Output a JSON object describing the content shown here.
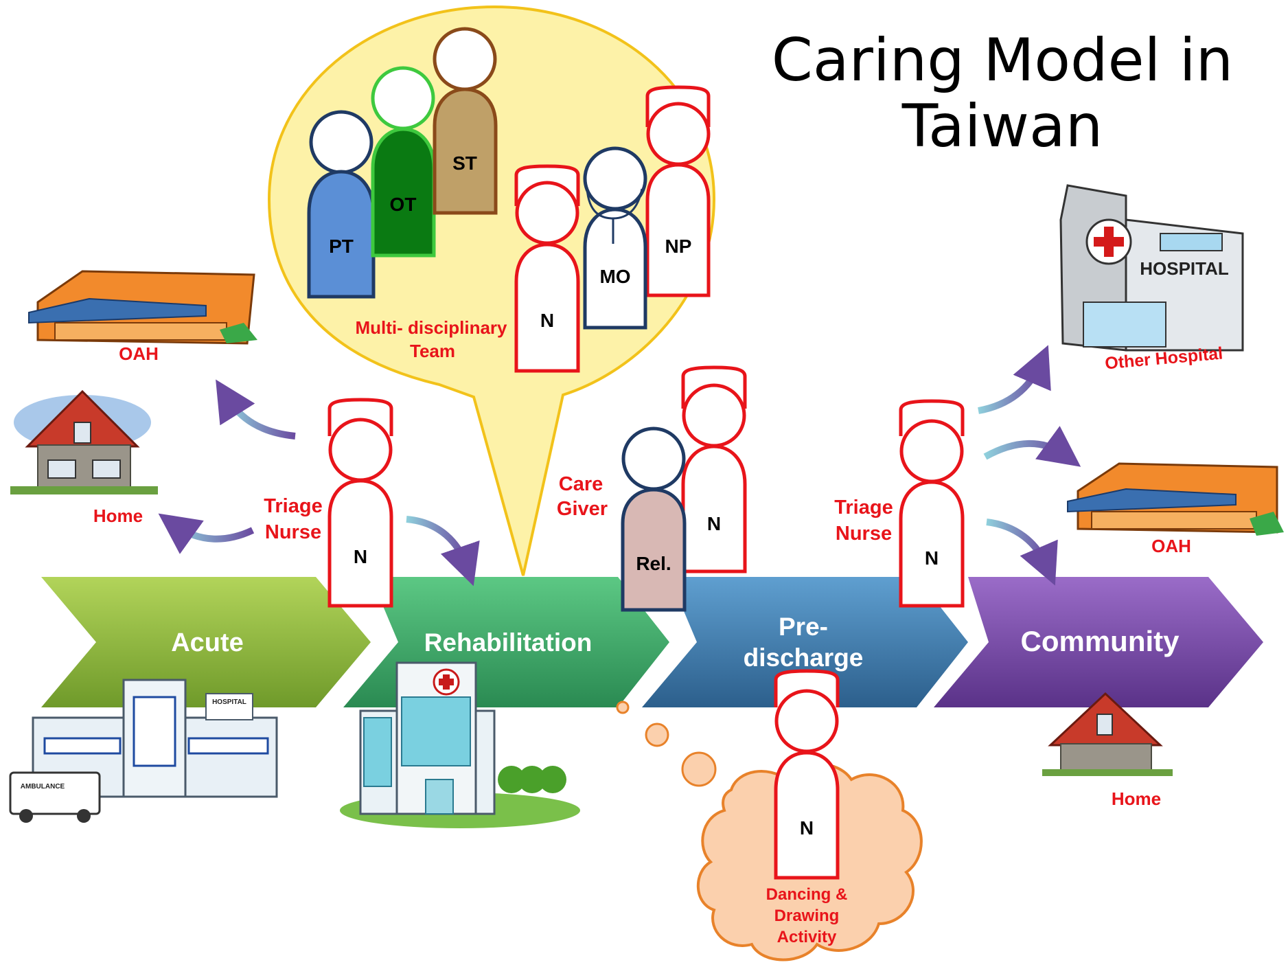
{
  "title": {
    "line1": "Caring Model in",
    "line2": "Taiwan"
  },
  "stages": [
    {
      "label": "Acute",
      "color": "#8cb63c"
    },
    {
      "label": "Rehabilitation",
      "color": "#3aa866"
    },
    {
      "label": "Pre-",
      "label2": "discharge",
      "color": "#3f7fb0"
    },
    {
      "label": "Community",
      "color": "#7a4aa8"
    }
  ],
  "team": {
    "members": [
      "PT",
      "OT",
      "ST",
      "N",
      "MO",
      "NP"
    ],
    "caption1": "Multi- disciplinary",
    "caption2": "Team"
  },
  "triage_left": {
    "label1": "Triage",
    "label2": "Nurse",
    "badge": "N"
  },
  "triage_right": {
    "label1": "Triage",
    "label2": "Nurse",
    "badge": "N"
  },
  "caregiver": {
    "label1": "Care",
    "label2": "Giver",
    "relative": "Rel.",
    "nurse": "N"
  },
  "activity": {
    "nurse": "N",
    "line1": "Dancing &",
    "line2": "Drawing",
    "line3": "Activity"
  },
  "destinations": {
    "left_oah": "OAH",
    "left_home": "Home",
    "right_hospital": "Other Hospital",
    "right_oah": "OAH",
    "right_home": "Home"
  },
  "building_signs": {
    "hospital": "HOSPITAL",
    "ambulance": "AMBULANCE",
    "hospital_small": "HOSPITAL"
  },
  "colors": {
    "nurse_red": "#e8141a",
    "label_red": "#e8141a",
    "bubble": "#fdf2a8",
    "cloud": "#fbd0ad"
  }
}
